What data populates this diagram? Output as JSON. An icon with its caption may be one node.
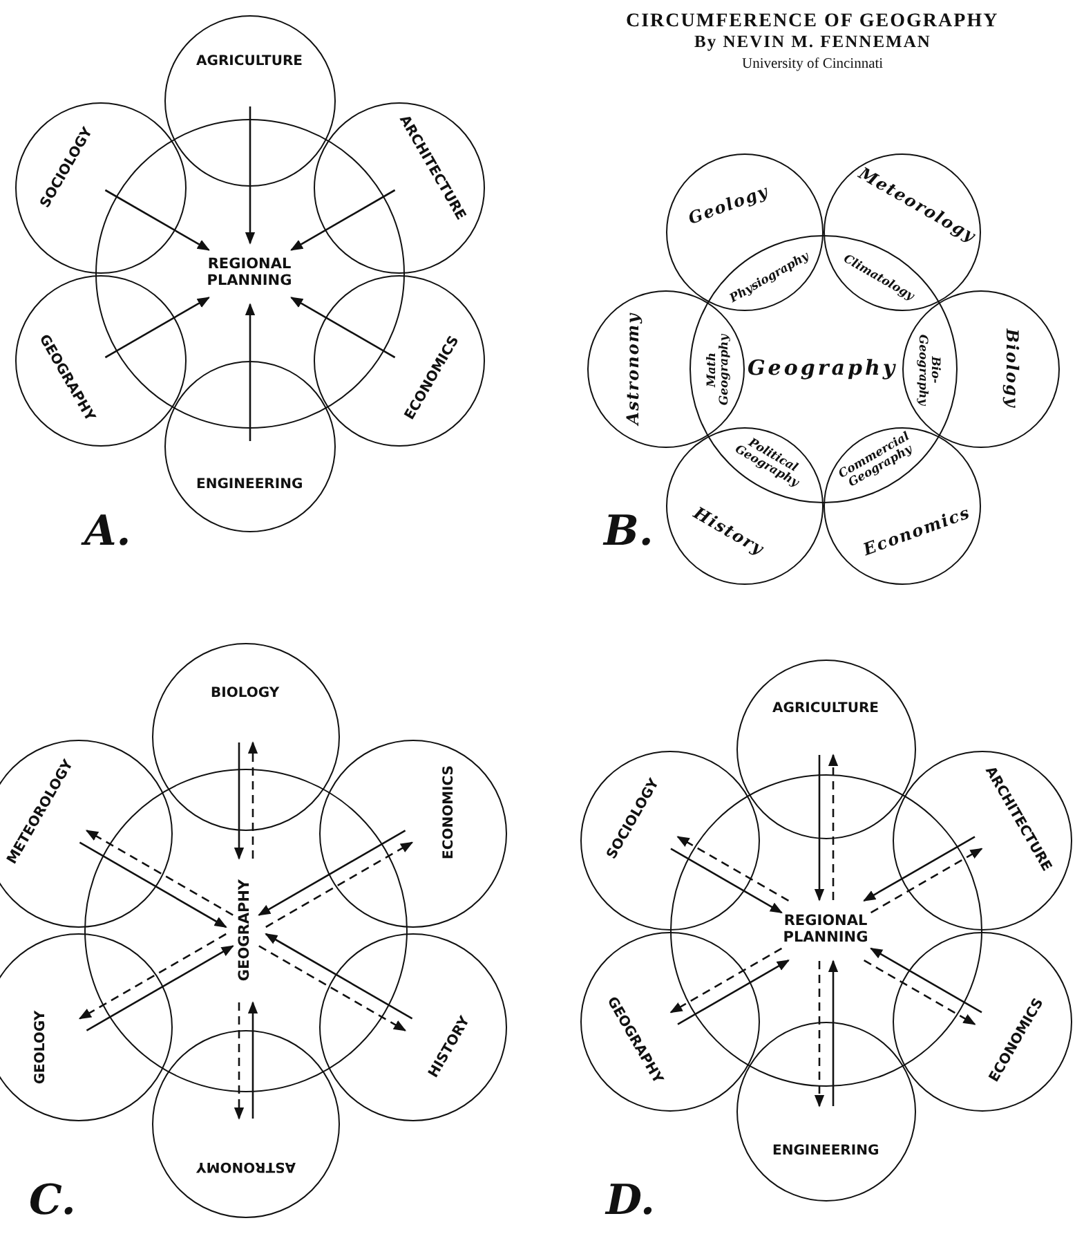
{
  "diagram": {
    "title": "CIRCUMFERENCE OF GEOGRAPHY",
    "nodes": [
      {
        "text": [
          "REGIONAL PLANNING"
        ]
      },
      {
        "text": [
          "AGRICULTURE"
        ]
      },
      {
        "text": [
          "SOCIOLOGY"
        ]
      },
      {
        "text": [
          "ARCHITECTURE"
        ]
      },
      {
        "text": [
          "GEOGRAPHY"
        ]
      },
      {
        "text": [
          "ECONOMICS"
        ]
      },
      {
        "text": [
          "ENGINEERING"
        ]
      },
      {
        "text": [
          "Geography"
        ]
      },
      {
        "text": [
          "Geology"
        ]
      },
      {
        "text": [
          "Meteorology"
        ]
      },
      {
        "text": [
          "Astronomy"
        ]
      },
      {
        "text": [
          "Biology"
        ]
      },
      {
        "text": [
          "History"
        ]
      },
      {
        "text": [
          "Economics"
        ]
      },
      {
        "text": [
          "GEOGRAPHY"
        ]
      },
      {
        "text": [
          "BIOLOGY"
        ]
      },
      {
        "text": [
          "METEOROLOGY"
        ]
      },
      {
        "text": [
          "ECONOMICS"
        ]
      },
      {
        "text": [
          "GEOLOGY"
        ]
      },
      {
        "text": [
          "HISTORY"
        ]
      },
      {
        "text": [
          "ASTRONOMY"
        ]
      },
      {
        "text": [
          "REGIONAL PLANNING"
        ]
      },
      {
        "text": [
          "AGRICULTURE"
        ]
      },
      {
        "text": [
          "SOCIOLOGY"
        ]
      },
      {
        "text": [
          "ARCHITECTURE"
        ]
      },
      {
        "text": [
          "GEOGRAPHY"
        ]
      },
      {
        "text": [
          "ECONOMICS"
        ]
      },
      {
        "text": [
          "ENGINEERING"
        ]
      }
    ],
    "edges": [
      {
        "from": 1,
        "to": 0,
        "arrow": "to"
      },
      {
        "from": 2,
        "to": 0,
        "arrow": "to"
      },
      {
        "from": 3,
        "to": 0,
        "arrow": "to"
      },
      {
        "from": 4,
        "to": 0,
        "arrow": "to"
      },
      {
        "from": 5,
        "to": 0,
        "arrow": "to"
      },
      {
        "from": 6,
        "to": 0,
        "arrow": "to"
      },
      {
        "from": 15,
        "to": 14,
        "arrow": "to"
      },
      {
        "from": 14,
        "to": 15,
        "arrow": "to",
        "style": "dashed"
      },
      {
        "from": 16,
        "to": 14,
        "arrow": "to"
      },
      {
        "from": 14,
        "to": 16,
        "arrow": "to",
        "style": "dashed"
      },
      {
        "from": 17,
        "to": 14,
        "arrow": "to"
      },
      {
        "from": 14,
        "to": 17,
        "arrow": "to",
        "style": "dashed"
      },
      {
        "from": 18,
        "to": 14,
        "arrow": "to"
      },
      {
        "from": 14,
        "to": 18,
        "arrow": "to",
        "style": "dashed"
      },
      {
        "from": 19,
        "to": 14,
        "arrow": "to"
      },
      {
        "from": 14,
        "to": 19,
        "arrow": "to",
        "style": "dashed"
      },
      {
        "from": 20,
        "to": 14,
        "arrow": "to"
      },
      {
        "from": 14,
        "to": 20,
        "arrow": "to",
        "style": "dashed"
      },
      {
        "from": 22,
        "to": 21,
        "arrow": "to"
      },
      {
        "from": 21,
        "to": 22,
        "arrow": "to",
        "style": "dashed"
      },
      {
        "from": 23,
        "to": 21,
        "arrow": "to"
      },
      {
        "from": 21,
        "to": 23,
        "arrow": "to",
        "style": "dashed"
      },
      {
        "from": 24,
        "to": 21,
        "arrow": "to"
      },
      {
        "from": 21,
        "to": 24,
        "arrow": "to",
        "style": "dashed"
      },
      {
        "from": 25,
        "to": 21,
        "arrow": "to"
      },
      {
        "from": 21,
        "to": 25,
        "arrow": "to",
        "style": "dashed"
      },
      {
        "from": 26,
        "to": 21,
        "arrow": "to"
      },
      {
        "from": 21,
        "to": 26,
        "arrow": "to",
        "style": "dashed"
      },
      {
        "from": 27,
        "to": 21,
        "arrow": "to"
      },
      {
        "from": 21,
        "to": 27,
        "arrow": "to",
        "style": "dashed"
      }
    ],
    "labels": [
      "By NEVIN M. FENNEMAN",
      "University of Cincinnati",
      "Physiography",
      "Climatology",
      "Math Geography",
      "Bio-Geography",
      "Political Geography",
      "Commercial Geography",
      "A.",
      "B.",
      "C.",
      "D."
    ]
  }
}
